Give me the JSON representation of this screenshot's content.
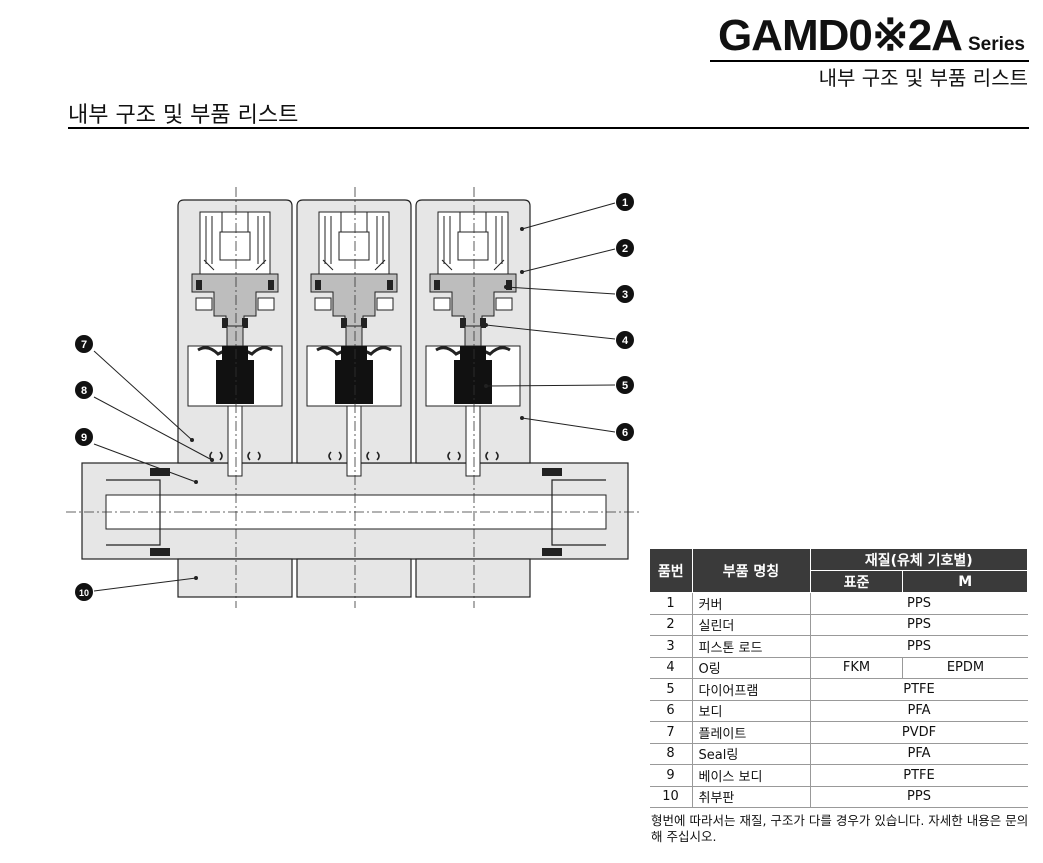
{
  "header": {
    "series_code": "GAMD0※2A",
    "series_word": "Series",
    "subtitle": "내부 구조 및 부품 리스트"
  },
  "section_title": "내부 구조 및 부품 리스트",
  "callouts": [
    "1",
    "2",
    "3",
    "4",
    "5",
    "6",
    "7",
    "8",
    "9",
    "10"
  ],
  "table": {
    "headers": {
      "no": "품번",
      "name": "부품 명칭",
      "material": "재질(유체 기호별)",
      "standard": "표준",
      "m": "M"
    },
    "rows": [
      {
        "no": "1",
        "name": "커버",
        "material": "PPS"
      },
      {
        "no": "2",
        "name": "실린더",
        "material": "PPS"
      },
      {
        "no": "3",
        "name": "피스톤 로드",
        "material": "PPS"
      },
      {
        "no": "4",
        "name": "O링",
        "standard": "FKM",
        "m": "EPDM"
      },
      {
        "no": "5",
        "name": "다이어프램",
        "material": "PTFE"
      },
      {
        "no": "6",
        "name": "보디",
        "material": "PFA"
      },
      {
        "no": "7",
        "name": "플레이트",
        "material": "PVDF"
      },
      {
        "no": "8",
        "name": "Seal링",
        "material": "PFA"
      },
      {
        "no": "9",
        "name": "베이스 보디",
        "material": "PTFE"
      },
      {
        "no": "10",
        "name": "취부판",
        "material": "PPS"
      }
    ]
  },
  "note": "형번에 따라서는 재질, 구조가 다를 경우가 있습니다. 자세한 내용은 문의해 주십시오."
}
